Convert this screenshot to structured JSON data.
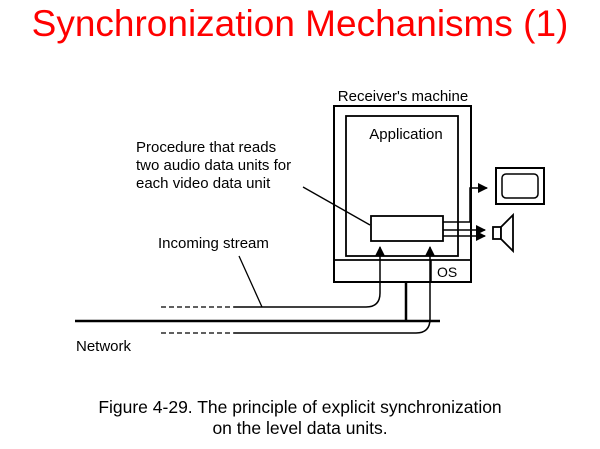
{
  "title": "Synchronization Mechanisms (1)",
  "diagram": {
    "receiver_label": "Receiver's machine",
    "application_label": "Application",
    "procedure_lines": [
      "Procedure that reads",
      "two audio data units for",
      "each video data unit"
    ],
    "incoming_label": "Incoming stream",
    "os_label": "OS",
    "network_label": "Network"
  },
  "caption": {
    "line1": "Figure 4-29. The principle of explicit synchronization",
    "line2": "on the level data units."
  },
  "colors": {
    "title": "#ff0000",
    "stroke": "#000000",
    "background": "#ffffff"
  },
  "icons": [
    "monitor-icon",
    "speaker-icon"
  ]
}
